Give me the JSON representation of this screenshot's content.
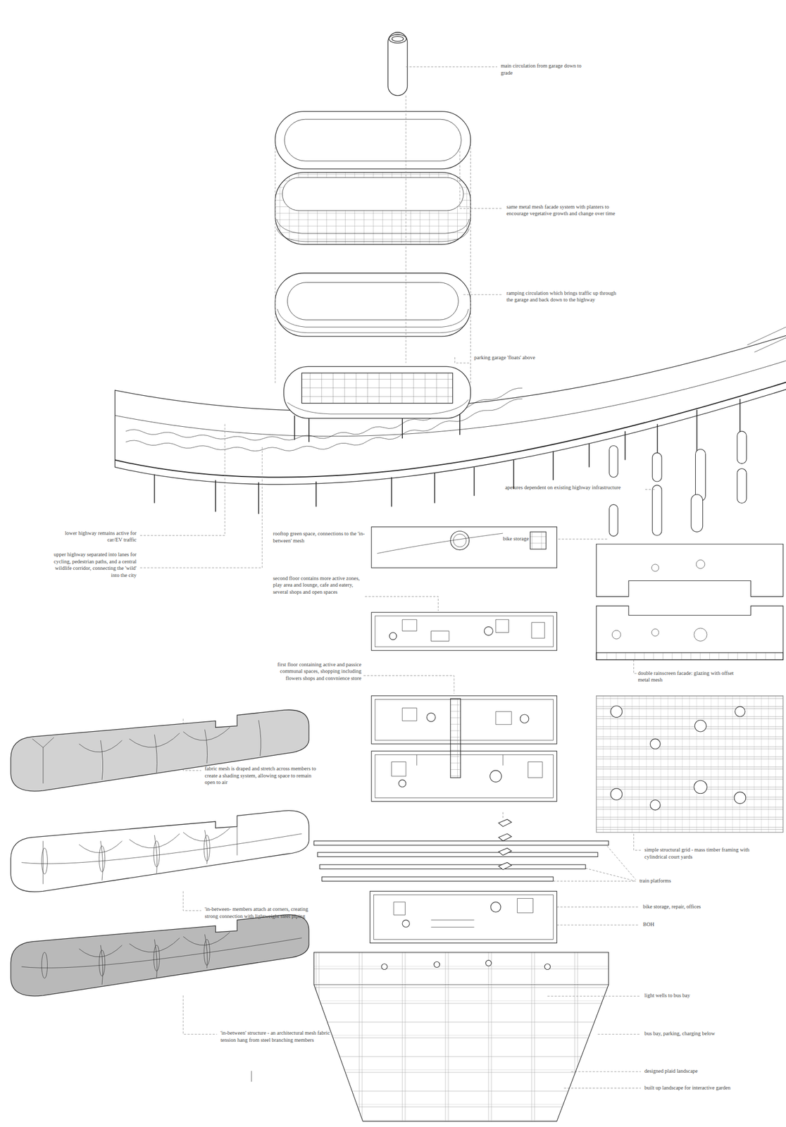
{
  "diagram": {
    "labels": [
      "main circulation from garage down to grade",
      "same metal mesh facade system with planters to encourage vegetative growth and change over time",
      "ramping circulation which brings traffic up through the garage and back down to the highway",
      "parking garage 'floats' above",
      "apetures dependent on existing highway infrastructure",
      "lower highway remains active for car/EV traffic",
      "upper highway separated into lanes for cycling, pedestrian paths, and a central wildlife corridor, connecting the 'wild' into the city",
      "rooftop green space, connections to the 'in-between' mesh",
      "bike storage",
      "second floor contains more active zones, play area and lounge, cafe and eatery, several shops and open spaces",
      "double rainscreen facade: glazing with offset metal mesh",
      "first floor containing active and passice communal spaces, shopping including flowers shops and convnience store",
      "fabric mesh is draped and stretch across members to create a shading system, allowing space to remain open to air",
      "simple structural grid - mass timber framing with cylindrical court yards",
      "train platforms",
      "'in-between- members attach at corners, creating strong connection with lightweight steel piping",
      "bike storage, repair, offices",
      "BOH",
      "light wells to bus bay",
      "'in-between' structure - an architectural mesh fabric tension hang from steel branching members",
      "bus bay, parking, charging below",
      "designed plaid landscape",
      "built up landscape for interactive garden"
    ]
  }
}
